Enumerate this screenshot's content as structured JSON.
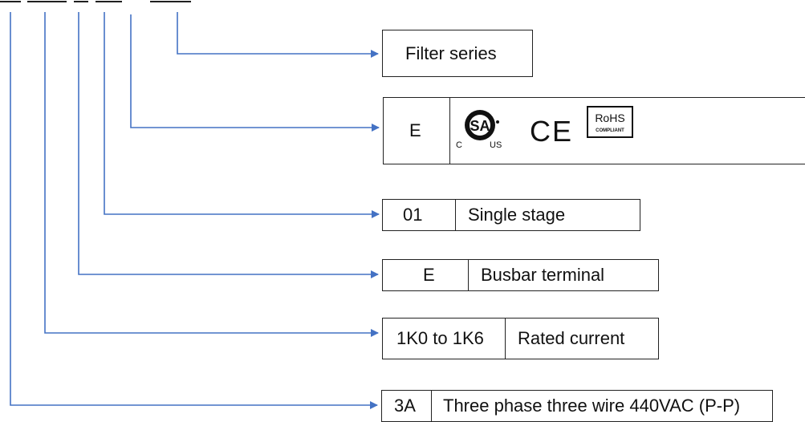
{
  "diagram": {
    "filter_series": {
      "label": "Filter series"
    },
    "approval": {
      "code": "E",
      "marks": {
        "csa": {
          "icon": "csa-certification-mark",
          "c": "C",
          "us": "US"
        },
        "ce": {
          "icon": "ce-mark",
          "text": "CE"
        },
        "rohs": {
          "icon": "rohs-compliant-mark",
          "title": "RoHS",
          "subtitle": "COMPLIANT"
        }
      }
    },
    "stage": {
      "code": "01",
      "label": "Single stage"
    },
    "terminal": {
      "code": "E",
      "label": "Busbar terminal"
    },
    "current": {
      "code": "1K0 to 1K6",
      "label": "Rated current"
    },
    "voltage": {
      "code": "3A",
      "label": "Three phase three wire 440VAC (P-P)"
    }
  },
  "colors": {
    "connector": "#4472C4",
    "border": "#222222"
  }
}
